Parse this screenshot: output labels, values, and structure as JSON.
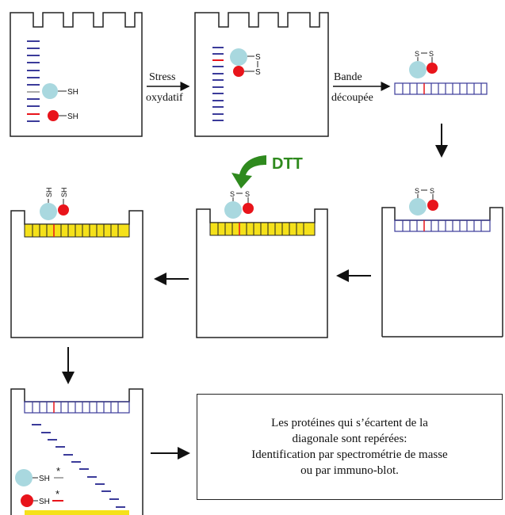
{
  "labels": {
    "stress_line1": "Stress",
    "stress_line2": "oxydatif",
    "band_line1": "Bande",
    "band_line2": "découpée",
    "dtt": "DTT",
    "sh": "SH",
    "s": "S",
    "asterisk": "*"
  },
  "result_box": {
    "line1": "Les protéines qui s’écartent de la",
    "line2": "diagonale sont repérées:",
    "line3": "Identification par spectrométrie de masse",
    "line4": "ou par immuno-blot."
  },
  "colors": {
    "band_blue": "#3b3b9a",
    "protein_light": "#a9d8df",
    "protein_red": "#e8141b",
    "gel_yellow": "#f5e11a",
    "dtt_green": "#2f8a1e",
    "outline": "#222222"
  },
  "icons": [
    "arrow-right-icon",
    "arrow-down-icon",
    "arrow-left-icon",
    "curved-arrow-icon"
  ]
}
